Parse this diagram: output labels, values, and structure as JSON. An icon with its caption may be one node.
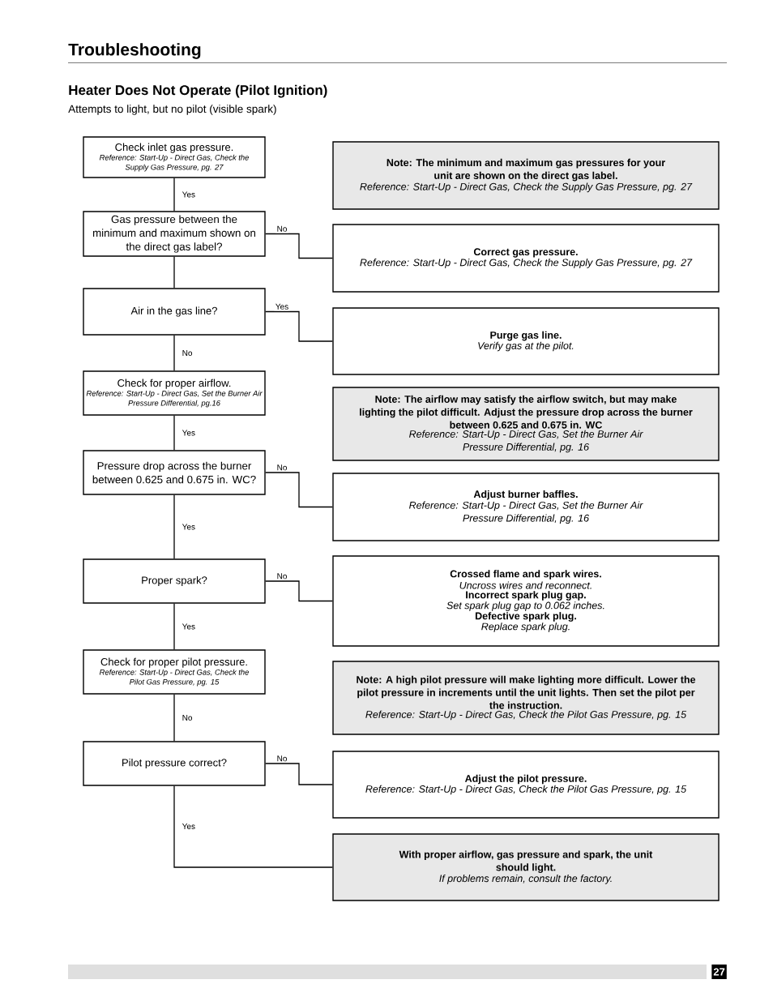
{
  "diagram": {
    "title": "Troubleshooting",
    "nodes": [
      {
        "text": [
          "Check inlet gas pressure.",
          "Reference: Start-Up - Direct Gas, Check the Supply Gas Pressure, pg. 27"
        ]
      },
      {
        "text": [
          "Note: The minimum and maximum gas pressures for your unit are shown on the direct gas label.",
          "Reference: Start-Up - Direct Gas, Check the Supply Gas Pressure, pg. 27"
        ]
      },
      {
        "text": [
          "Gas pressure between the minimum and maximum shown on the direct gas label?"
        ]
      },
      {
        "text": [
          "Correct gas pressure.",
          "Reference: Start-Up - Direct Gas, Check the Supply Gas Pressure, pg. 27"
        ]
      },
      {
        "text": [
          "Air in the gas line?"
        ]
      },
      {
        "text": [
          "Purge gas line.",
          "Verify gas at the pilot."
        ]
      },
      {
        "text": [
          "Check for proper airflow.",
          "Reference: Start-Up - Direct Gas, Set the Burner Air Pressure Differential, pg.16"
        ]
      },
      {
        "text": [
          "Note: The airflow may satisfy the airflow switch, but may make lighting the pilot difficult. Adjust the pressure drop across the burner between 0.625 and 0.675 in. WC",
          "Reference: Start-Up - Direct Gas, Set the Burner Air Pressure Differential, pg. 16"
        ]
      },
      {
        "text": [
          "Pressure drop across the burner between 0.625 and 0.675 in. WC?"
        ]
      },
      {
        "text": [
          "Adjust burner baffles.",
          "Reference: Start-Up - Direct Gas, Set the Burner Air Pressure Differential, pg. 16"
        ]
      },
      {
        "text": [
          "Proper spark?"
        ]
      },
      {
        "text": [
          "Crossed flame and spark wires.",
          "Uncross wires and reconnect.",
          "Incorrect spark plug gap.",
          "Set spark plug gap to 0.062 inches.",
          "Defective spark plug.",
          "Replace spark plug."
        ]
      },
      {
        "text": [
          "Check for proper pilot pressure.",
          "Reference: Start-Up - Direct Gas, Check the Pilot Gas Pressure, pg. 15"
        ]
      },
      {
        "text": [
          "Note: A high pilot pressure will make lighting more difficult. Lower the pilot pressure in increments until the unit lights. Then set the pilot per the instruction.",
          "Reference: Start-Up - Direct Gas, Check the Pilot Gas Pressure, pg. 15"
        ]
      },
      {
        "text": [
          "Pilot pressure correct?"
        ]
      },
      {
        "text": [
          "Adjust the pilot pressure.",
          "Reference: Start-Up - Direct Gas, Check the Pilot Gas Pressure, pg. 15"
        ]
      },
      {
        "text": [
          "With proper airflow, gas pressure and spark, the unit should light.",
          "If problems remain, consult the factory."
        ]
      }
    ],
    "edges": [
      {
        "from": 0,
        "to": 2,
        "arrow": "none",
        "label": "Yes"
      },
      {
        "from": 2,
        "to": 3,
        "arrow": "none",
        "label": "No"
      },
      {
        "from": 2,
        "to": 4,
        "arrow": "none"
      },
      {
        "from": 4,
        "to": 5,
        "arrow": "none",
        "label": "Yes"
      },
      {
        "from": 4,
        "to": 6,
        "arrow": "none",
        "label": "No"
      },
      {
        "from": 6,
        "to": 8,
        "arrow": "none",
        "label": "Yes"
      },
      {
        "from": 8,
        "to": 9,
        "arrow": "none",
        "label": "No"
      },
      {
        "from": 8,
        "to": 10,
        "arrow": "none",
        "label": "Yes"
      },
      {
        "from": 10,
        "to": 11,
        "arrow": "none",
        "label": "No"
      },
      {
        "from": 10,
        "to": 12,
        "arrow": "none",
        "label": "Yes"
      },
      {
        "from": 12,
        "to": 14,
        "arrow": "none",
        "label": "No"
      },
      {
        "from": 14,
        "to": 15,
        "arrow": "none",
        "label": "No"
      },
      {
        "from": 14,
        "to": 16,
        "arrow": "none",
        "label": "Yes"
      }
    ],
    "labels": [
      "Heater Does Not Operate (Pilot Ignition)",
      "Attempts to light, but no pilot (visible spark)",
      "27"
    ]
  }
}
